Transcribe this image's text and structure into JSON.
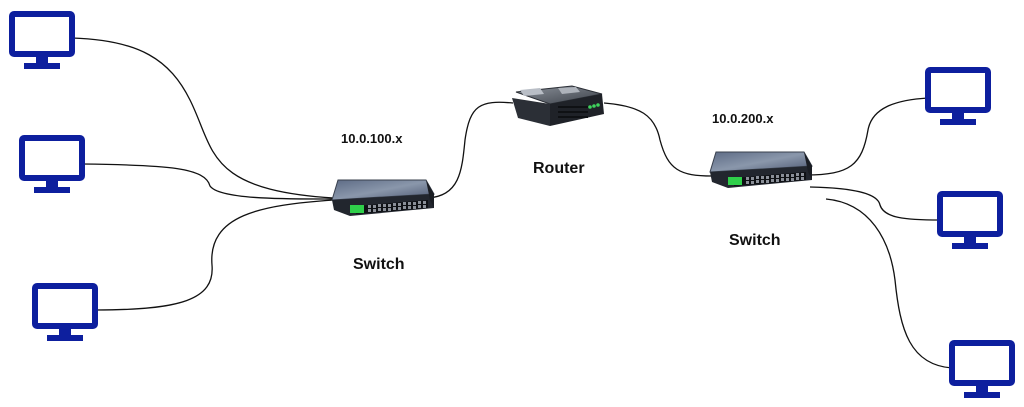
{
  "colors": {
    "monitor": "#0d1f9e",
    "cable": "#111111",
    "switch_top": "#6b7a8f",
    "switch_body": "#2a2e36",
    "router_body": "#3a3e45"
  },
  "icons": {
    "monitor": "monitor-icon",
    "switch": "network-switch-icon",
    "router": "router-icon"
  },
  "diagram": {
    "left_subnet": {
      "label": "10.0.100.x",
      "switch_label": "Switch"
    },
    "router": {
      "label": "Router"
    },
    "right_subnet": {
      "label": "10.0.200.x",
      "switch_label": "Switch"
    }
  }
}
